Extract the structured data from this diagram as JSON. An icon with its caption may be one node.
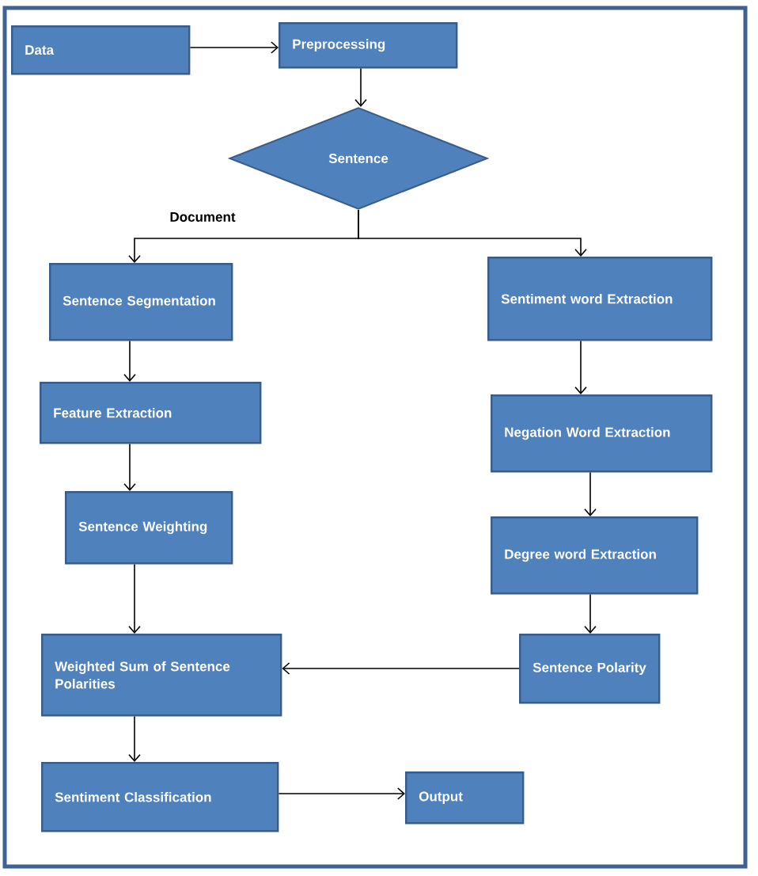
{
  "diagram": {
    "nodes": [
      {
        "text": [
          "Data"
        ]
      },
      {
        "text": [
          "Preprocessing"
        ]
      },
      {
        "text": [
          "Sentence"
        ]
      },
      {
        "text": [
          "Sentence Segmentation"
        ]
      },
      {
        "text": [
          "Sentiment word Extraction"
        ]
      },
      {
        "text": [
          "Feature Extraction"
        ]
      },
      {
        "text": [
          "Negation Word Extraction"
        ]
      },
      {
        "text": [
          "Sentence Weighting"
        ]
      },
      {
        "text": [
          "Degree word Extraction"
        ]
      },
      {
        "text": [
          "Weighted Sum of Sentence Polarities"
        ]
      },
      {
        "text": [
          "Sentence Polarity"
        ]
      },
      {
        "text": [
          "Sentiment Classification"
        ]
      },
      {
        "text": [
          "Output"
        ]
      }
    ],
    "edges": [
      {
        "from": 0,
        "to": 1,
        "arrow": "to"
      },
      {
        "from": 1,
        "to": 2,
        "arrow": "to"
      },
      {
        "from": 2,
        "to": 3,
        "arrow": "to",
        "label": "Document"
      },
      {
        "from": 2,
        "to": 4,
        "arrow": "to"
      },
      {
        "from": 3,
        "to": 5,
        "arrow": "to"
      },
      {
        "from": 5,
        "to": 7,
        "arrow": "to"
      },
      {
        "from": 7,
        "to": 9,
        "arrow": "to"
      },
      {
        "from": 4,
        "to": 6,
        "arrow": "to"
      },
      {
        "from": 6,
        "to": 8,
        "arrow": "to"
      },
      {
        "from": 8,
        "to": 10,
        "arrow": "to"
      },
      {
        "from": 10,
        "to": 9,
        "arrow": "to"
      },
      {
        "from": 9,
        "to": 11,
        "arrow": "to"
      },
      {
        "from": 11,
        "to": 12,
        "arrow": "to"
      }
    ]
  }
}
